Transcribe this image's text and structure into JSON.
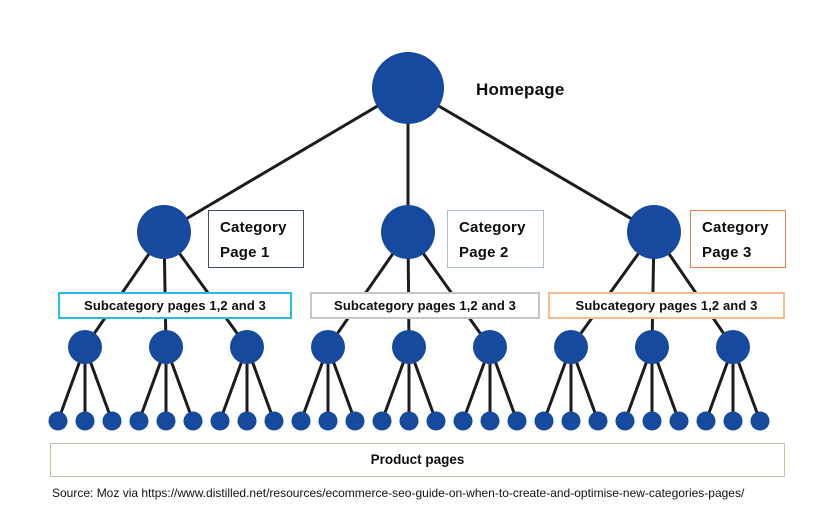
{
  "diagram": {
    "title_label": "Homepage",
    "node_color": "#164a9e",
    "edge_color": "#1c1c1c",
    "structure": {
      "categories": 3,
      "subcategories_per_category": 3,
      "products_per_subcategory": 3
    },
    "category_boxes": [
      {
        "line1": "Category",
        "line2": "Page 1",
        "border_color": "#3d4f63"
      },
      {
        "line1": "Category",
        "line2": "Page 2",
        "border_color": "#aabdd3"
      },
      {
        "line1": "Category",
        "line2": "Page 3",
        "border_color": "#e0834a"
      }
    ],
    "subcategory_boxes": [
      {
        "label": "Subcategory pages 1,2 and 3",
        "border_color": "#29b9e5"
      },
      {
        "label": "Subcategory pages 1,2 and 3",
        "border_color": "#c6c6c6"
      },
      {
        "label": "Subcategory pages 1,2 and 3",
        "border_color": "#f6bb90"
      }
    ],
    "product_box": {
      "label": "Product pages",
      "border_color": "#b5cf9b"
    },
    "source_line": "Source: Moz via  https://www.distilled.net/resources/ecommerce-seo-guide-on-when-to-create-and-optimise-new-categories-pages/"
  }
}
